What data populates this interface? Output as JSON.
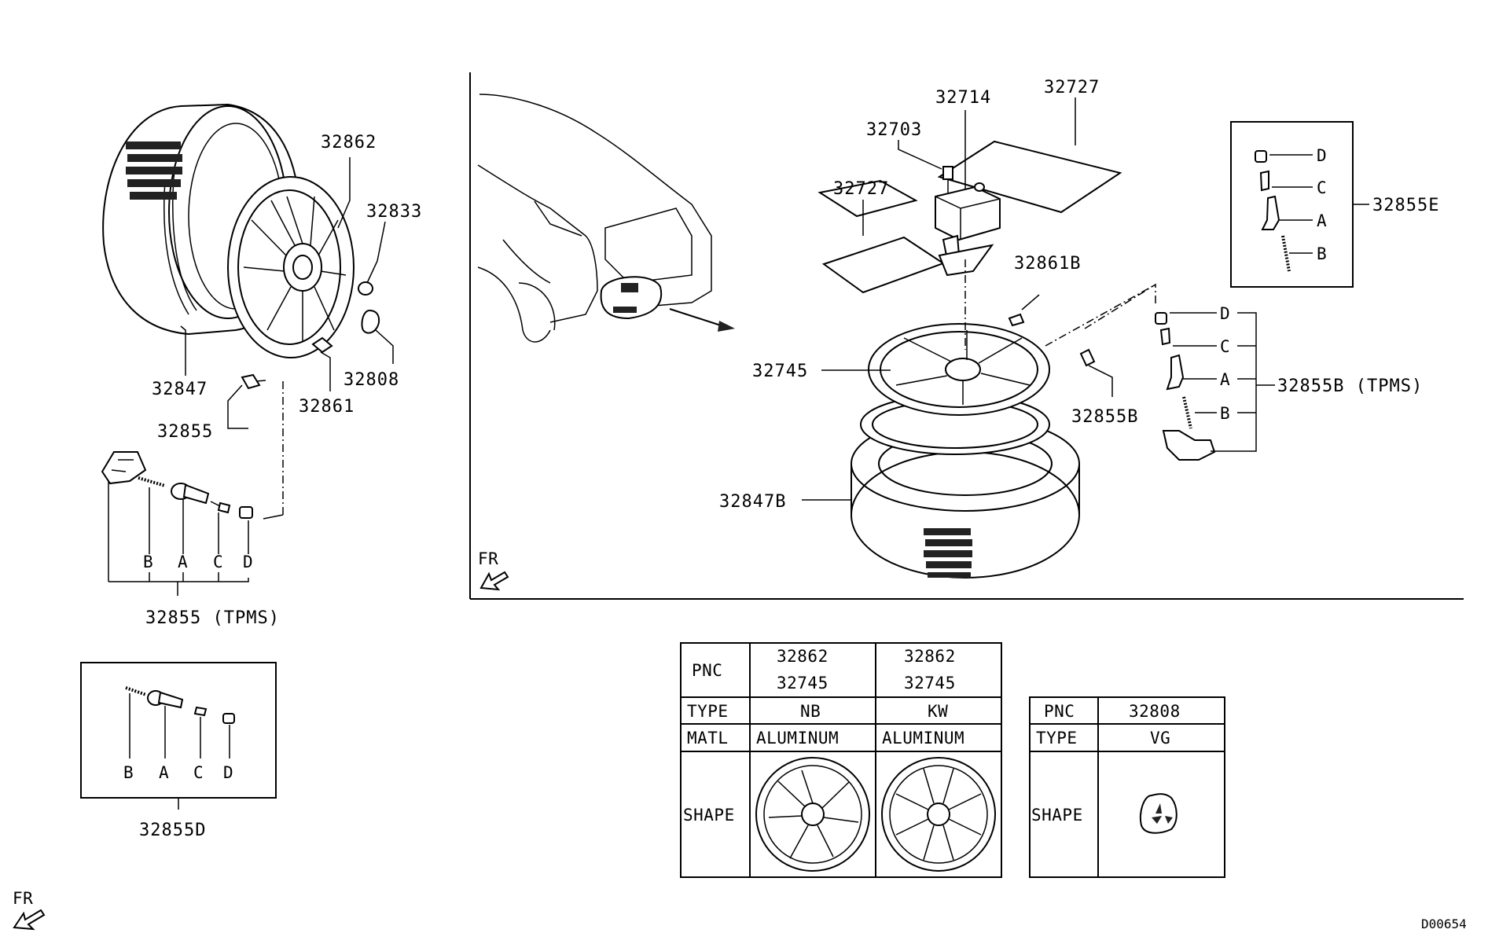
{
  "left_group": {
    "tire_label": "32847",
    "wheel_label": "32862",
    "nut_label": "32833",
    "cap_label": "32808",
    "sticker_label": "32861",
    "valve_label": "32855",
    "tpms_letters": [
      "B",
      "A",
      "C",
      "D"
    ],
    "tpms_label": "32855 (TPMS)",
    "fr_label": "FR"
  },
  "box_d": {
    "letters": [
      "B",
      "A",
      "C",
      "D"
    ],
    "label": "32855D"
  },
  "spare_group": {
    "compressor_label": "32714",
    "bolt_label": "32703",
    "sheet_label_a": "32727",
    "sheet_label_b": "32727",
    "sticker_label": "32861B",
    "wheel_label": "32745",
    "tire_label": "32847B",
    "valve_label": "32855B",
    "tpms_letters": [
      "D",
      "C",
      "A",
      "B"
    ],
    "tpms_label": "32855B (TPMS)",
    "fr_label": "FR"
  },
  "box_e": {
    "letters": [
      "D",
      "C",
      "A",
      "B"
    ],
    "label": "32855E"
  },
  "wheel_table": {
    "pnc_header": "PNC",
    "type_header": "TYPE",
    "matl_header": "MATL",
    "shape_header": "SHAPE",
    "col1": {
      "pnc_a": "32862",
      "pnc_b": "32745",
      "type": "NB",
      "matl": "ALUMINUM"
    },
    "col2": {
      "pnc_a": "32862",
      "pnc_b": "32745",
      "type": "KW",
      "matl": "ALUMINUM"
    }
  },
  "cap_table": {
    "pnc_header": "PNC",
    "type_header": "TYPE",
    "shape_header": "SHAPE",
    "pnc": "32808",
    "type": "VG"
  },
  "drawing_code": "D00654"
}
